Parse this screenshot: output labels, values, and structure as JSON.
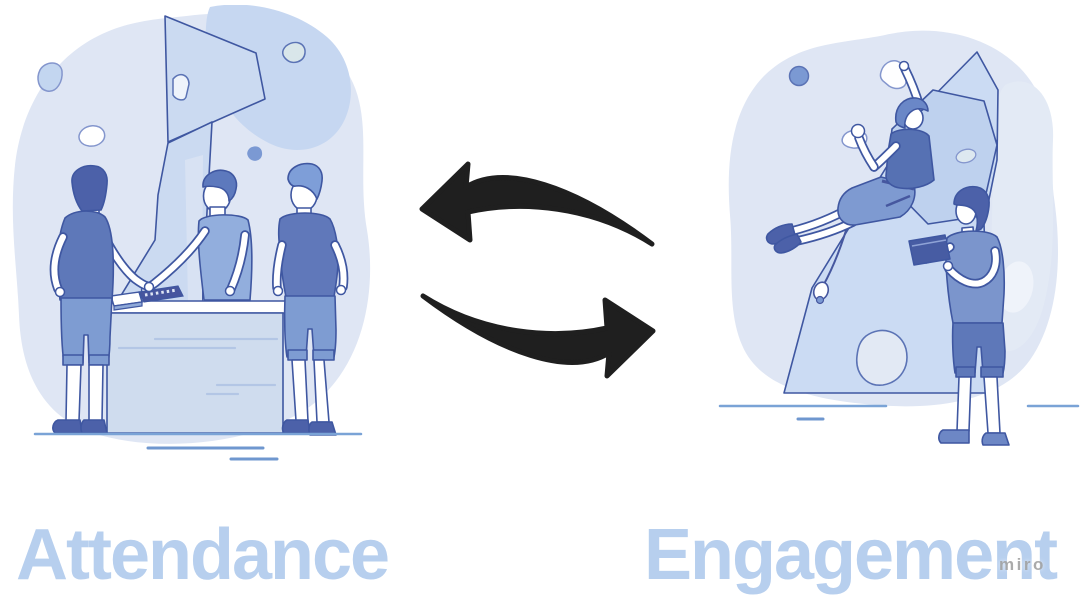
{
  "panels": {
    "left": {
      "label": "Attendance",
      "illustration": "event-check-in-registration-desk",
      "scene": "three people standing at a sign-in counter with keyboard"
    },
    "right": {
      "label": "Engagement",
      "illustration": "rock-climbing-wall",
      "scene": "climber on bouldering wall observed by person holding tablet"
    }
  },
  "center": {
    "icon": "sync-cycle-arrows"
  },
  "watermark": {
    "text": "miro"
  },
  "colors": {
    "background": "#ffffff",
    "label_text": "#b7cfee",
    "arrows": "#1f1f1f",
    "watermark_text": "#a3a3a3",
    "illustration_outline": "#3f57a1",
    "blob_light": "#dfe6f4",
    "blob_medium": "#c6d7f1",
    "wall_fill": "#cbdaf1",
    "shirt_medium": "#5e78b9",
    "shirt_light": "#92aedd",
    "shorts": "#7e9cd2",
    "hair_dark": "#4c61a9",
    "skin": "#ffffff",
    "ground_line": "#7aa3d6"
  }
}
